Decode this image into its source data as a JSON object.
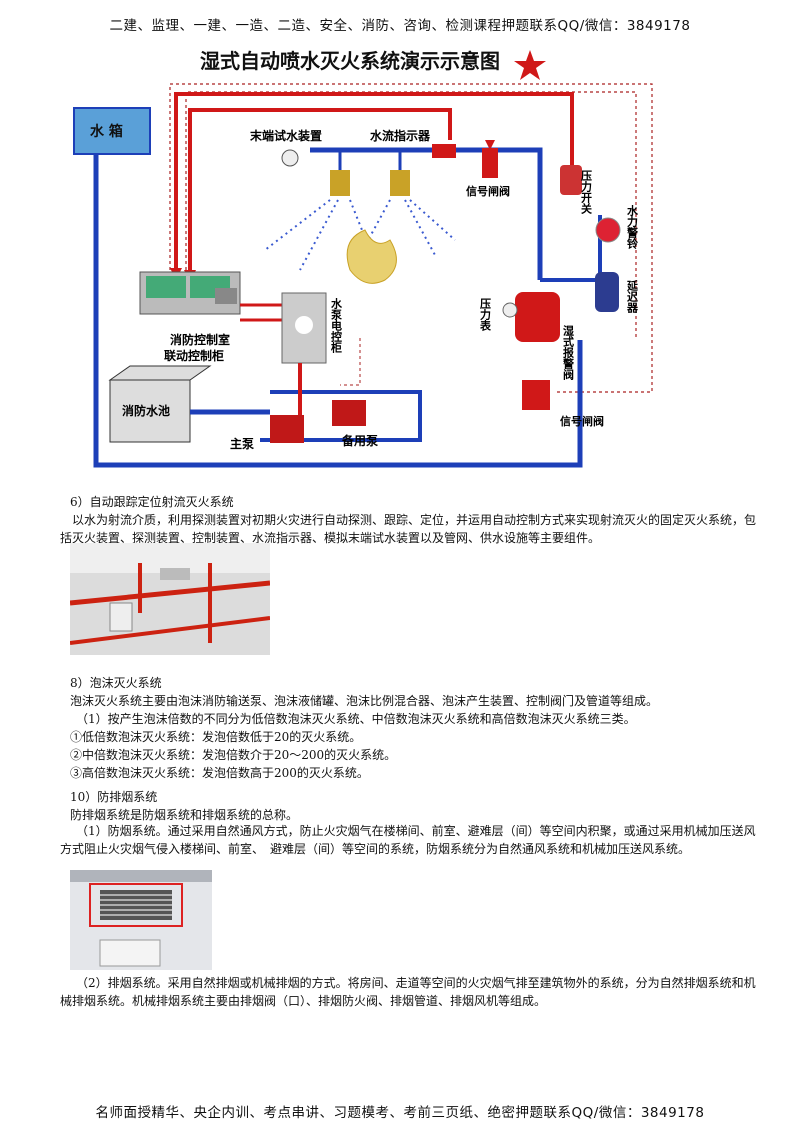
{
  "header": "二建、监理、一建、一造、二造、安全、消防、咨询、检测课程押题联系QQ/微信：3849178",
  "footer": "名师面授精华、央企内训、考点串讲、习题模考、考前三页纸、绝密押题联系QQ/微信：3849178",
  "diagram": {
    "title": "湿式自动喷水灭火系统演示示意图",
    "star_icon": "star-icon",
    "labels": {
      "water_tank": "水 箱",
      "end_test": "末端试水装置",
      "flow_indicator": "水流指示器",
      "signal_valve_top": "信号闸阀",
      "pressure_switch": "压力开关",
      "alarm_bell": "水力警铃",
      "control_room": "消防控制室",
      "linkage_cabinet": "联动控制柜",
      "pump_panel": "水泵电控柜",
      "delayer": "延迟器",
      "pressure_gauge": "压力表",
      "alarm_valve": "湿式报警阀",
      "fire_pool": "消防水池",
      "main_pump": "主泵",
      "standby_pump": "备用泵",
      "signal_valve_bottom": "信号闸阀"
    },
    "colors": {
      "pipe_blue": "#1d3fb8",
      "pipe_red": "#d01818",
      "tank_blue": "#5aa0d8"
    }
  },
  "sections": {
    "s6": {
      "heading": "6）自动跟踪定位射流灭火系统",
      "para": "以水为射流介质，利用探测装置对初期火灾进行自动探测、跟踪、定位，并运用自动控制方式来实现射流灭火的固定灭火系统，包括灭火装置、探测装置、控制装置、水流指示器、模拟末端试水装置以及管网、供水设施等主要组件。"
    },
    "s8": {
      "heading": "8）泡沫灭火系统",
      "lines": [
        "泡沫灭火系统主要由泡沫消防输送泵、泡沫液储罐、泡沫比例混合器、泡沫产生装置、控制阀门及管道等组成。",
        "（1）按产生泡沫倍数的不同分为低倍数泡沫灭火系统、中倍数泡沫灭火系统和高倍数泡沫灭火系统三类。",
        "①低倍数泡沫灭火系统：发泡倍数低于20的灭火系统。",
        "②中倍数泡沫灭火系统：发泡倍数介于20～200的灭火系统。",
        "③高倍数泡沫灭火系统：发泡倍数高于200的灭火系统。"
      ]
    },
    "s10": {
      "heading": "10）防排烟系统",
      "line1": "防排烟系统是防烟系统和排烟系统的总称。",
      "para1": "（1）防烟系统。通过采用自然通风方式，防止火灾烟气在楼梯间、前室、避难层（间）等空间内积聚，或通过采用机械加压送风方式阻止火灾烟气侵入楼梯间、前室、　避难层（间）等空间的系统，防烟系统分为自然通风系统和机械加压送风系统。",
      "para2": "（2）排烟系统。采用自然排烟或机械排烟的方式。将房间、走道等空间的火灾烟气排至建筑物外的系统，分为自然排烟系统和机械排烟系统。机械排烟系统主要由排烟阀（口）、排烟防火阀、排烟管道、排烟风机等组成。"
    }
  }
}
